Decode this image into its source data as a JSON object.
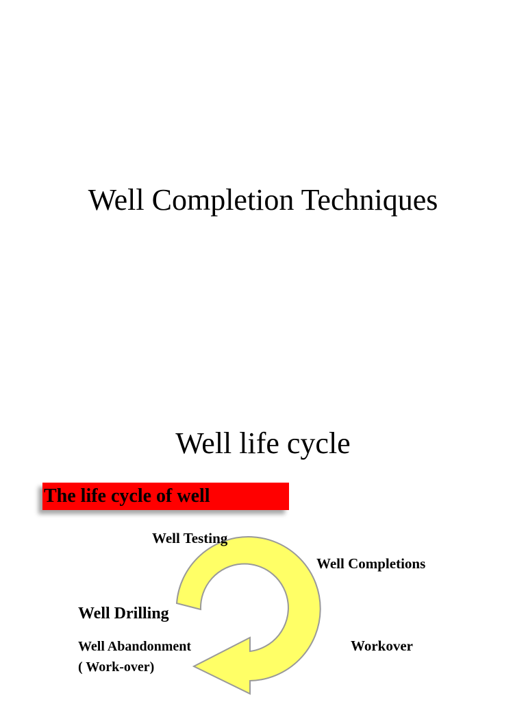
{
  "page": {
    "title": "Well Completion Techniques"
  },
  "slide": {
    "title": "Well life cycle",
    "banner": "The life cycle of well",
    "colors": {
      "banner_fill": "#ff0000",
      "arrow_fill": "#ffff66",
      "arrow_stroke": "#999999"
    },
    "cycle_labels": {
      "testing": "Well Testing",
      "completions": "Well Completions",
      "drilling": "Well Drilling",
      "workover": "Workover",
      "abandonment_line1": "Well Abandonment",
      "abandonment_line2": "( Work-over)"
    }
  }
}
